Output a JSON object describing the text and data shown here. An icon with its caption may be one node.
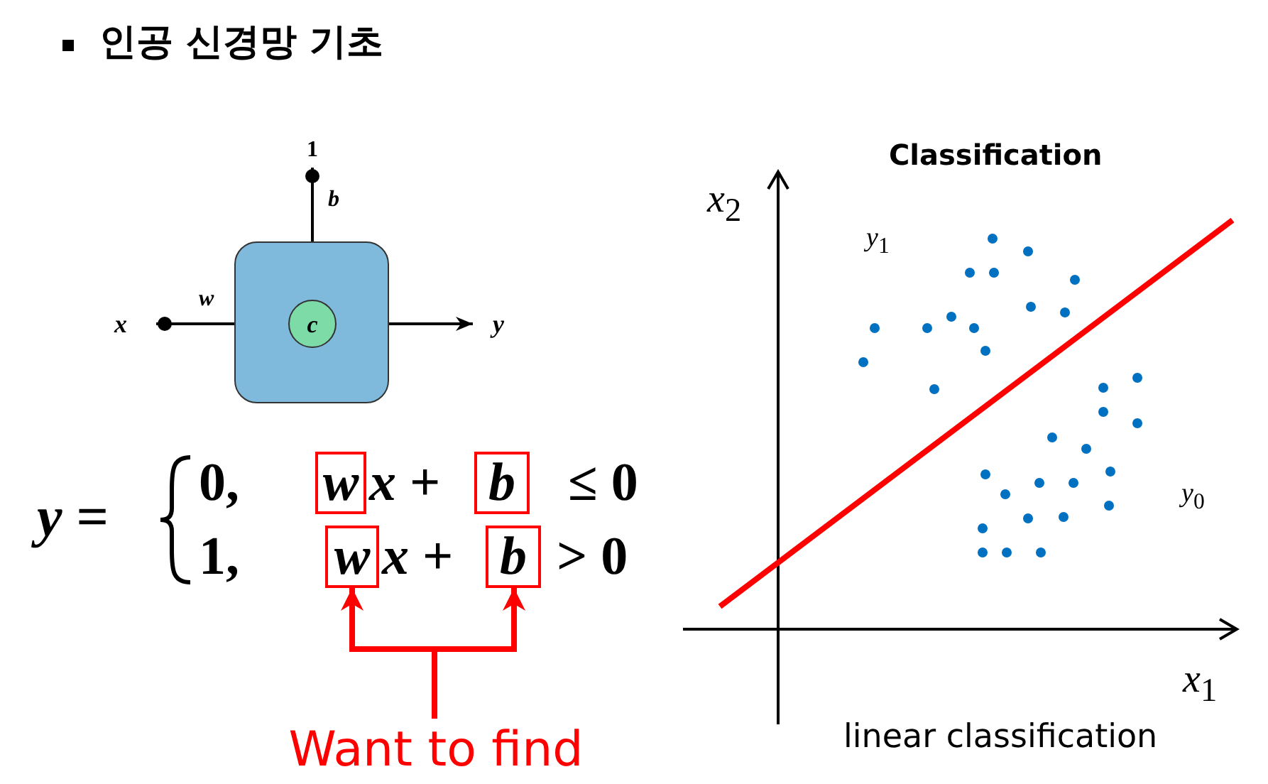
{
  "diagram": {
    "title": "인공 신경망 기초",
    "nodes": [
      {
        "text": [
          "1"
        ]
      },
      {
        "text": [
          "x"
        ]
      },
      {
        "text": [],
        "shape": "box"
      },
      {
        "text": [
          "c"
        ],
        "in": 2
      },
      {
        "text": [
          "y"
        ]
      },
      {
        "text": [
          "w"
        ]
      },
      {
        "text": [
          "b"
        ]
      },
      {
        "text": [
          "w"
        ]
      },
      {
        "text": [
          "b"
        ]
      },
      {
        "text": [
          "Want to find"
        ]
      }
    ],
    "edges": [
      {
        "from": 0,
        "to": 3,
        "arrow": "other",
        "label": "b"
      },
      {
        "from": 1,
        "to": 3,
        "arrow": "other",
        "label": "w"
      },
      {
        "from": 3,
        "to": 4,
        "arrow": "to"
      },
      {
        "from": 9,
        "to": 7,
        "arrow": "to",
        "style": "thick",
        "color": "#ff0000"
      },
      {
        "from": 9,
        "to": 8,
        "arrow": "to",
        "style": "thick",
        "color": "#ff0000"
      }
    ],
    "labels": [
      "*y* =",
      "0,",
      "*x* +",
      "≤ 0",
      "1,",
      "*x* +",
      "> 0",
      "Classification",
      "*x*$_{2}$",
      "*y*$_{1}$",
      "*y*$_{0}$",
      "*x*$_{1}$",
      "linear classification"
    ]
  }
}
